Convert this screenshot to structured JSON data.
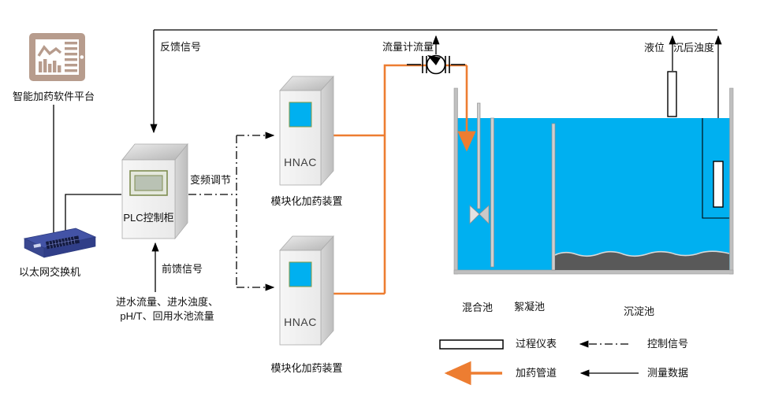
{
  "platform": {
    "label": "智能加药软件平台"
  },
  "ethernet_switch": {
    "label": "以太网交换机"
  },
  "plc": {
    "label": "PLC控制柜"
  },
  "dosing_unit_upper": {
    "name": "HNAC",
    "label": "模块化加药装置"
  },
  "dosing_unit_lower": {
    "name": "HNAC",
    "label": "模块化加药装置"
  },
  "signals": {
    "feedback": "反馈信号",
    "vfd_adjust": "变频调节",
    "feedforward": "前馈信号",
    "feedforward_inputs_line1": "进水流量、进水浊度、",
    "feedforward_inputs_line2": "pH/T、回用水池流量",
    "flowmeter_flow": "流量计流量",
    "liquid_level": "液位",
    "settled_turbidity": "沉后浊度"
  },
  "pools": {
    "mixing": "混合池",
    "flocculation": "絮凝池",
    "sedimentation": "沉淀池"
  },
  "legend": {
    "process_instrument": "过程仪表",
    "control_signal": "控制信号",
    "dosing_pipeline": "加药管道",
    "measurement_data": "测量数据"
  },
  "colors": {
    "water": "#00b0f0",
    "dosing_pipe": "#ed7d31",
    "sludge": "#595959",
    "signal_line": "#000000",
    "tablet_icon": "#b79c8d",
    "switch_blue": "#3f4fa3",
    "screen_cyan": "#00b0f0"
  }
}
